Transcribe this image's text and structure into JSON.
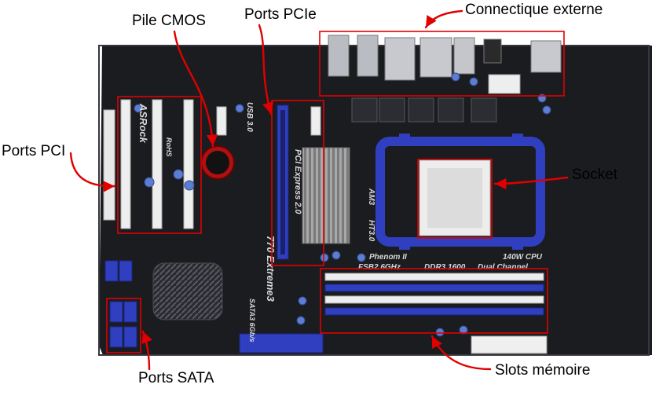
{
  "callouts": {
    "pile_cmos": "Pile CMOS",
    "ports_pcie": "Ports PCIe",
    "connectique_externe": "Connectique externe",
    "ports_pci": "Ports PCI",
    "socket": "Socket",
    "slots_memoire": "Slots mémoire",
    "ports_sata": "Ports SATA"
  },
  "board_silkscreen": {
    "brand": "ASRock",
    "model": "770 Extreme3",
    "pci_express": "PCI Express 2.0",
    "usb": "USB 3.0",
    "sata": "SATA3 6Gb/s",
    "am3": "AM3",
    "ht": "HT3.0",
    "phenom": "Phenom II",
    "cpu_power": "140W CPU",
    "fsb": "FSB2.6GHz",
    "ddr": "DDR3 1600",
    "dual": "Dual Channel",
    "rohs": "RoHS"
  },
  "colors": {
    "pcb": "#1b1c20",
    "callout_red": "#e00000",
    "slot_blue": "#2f3fbf",
    "slot_white": "#eeeeee",
    "heatsink": "#8c8c8c"
  }
}
